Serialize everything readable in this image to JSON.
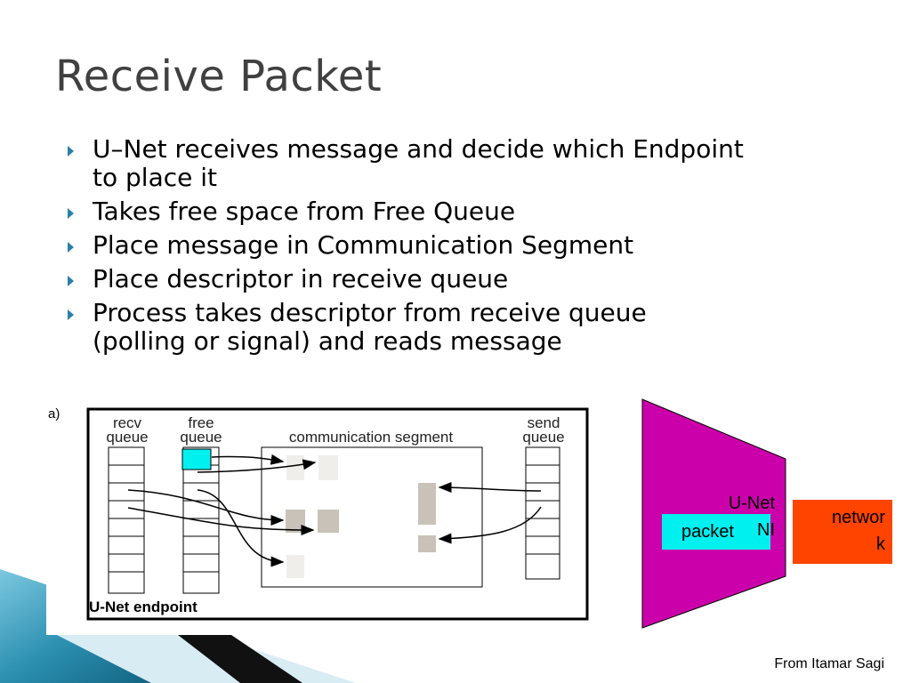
{
  "slide": {
    "title": "Receive Packet",
    "bullets": [
      {
        "lines": [
          "U–Net receives message and decide which Endpoint",
          "to place it"
        ]
      },
      {
        "lines": [
          "Takes free space from Free Queue"
        ]
      },
      {
        "lines": [
          "Place message in Communication Segment"
        ]
      },
      {
        "lines": [
          "Place descriptor in receive queue"
        ]
      },
      {
        "lines": [
          "Process takes descriptor from receive queue",
          "(polling or signal) and reads message"
        ]
      }
    ],
    "credit": "From Itamar Sagi"
  },
  "diagram": {
    "panel_label": "a)",
    "recv_queue": [
      "recv",
      "queue"
    ],
    "free_queue": [
      "free",
      "queue"
    ],
    "comm_segment": "communication segment",
    "send_queue": [
      "send",
      "queue"
    ],
    "endpoint_label": "U-Net endpoint",
    "ni_label_1": "U-Net",
    "ni_label_2": "NI",
    "packet_label": "packet",
    "network_label_1": "networ",
    "network_label_2": "k"
  },
  "colors": {
    "ni_fill": "#cc00aa",
    "packet_fill": "#00f0f0",
    "network_fill": "#ff4400",
    "bullet_arrow": "#2a7fa8",
    "decor_teal": "#2b8fb0"
  }
}
